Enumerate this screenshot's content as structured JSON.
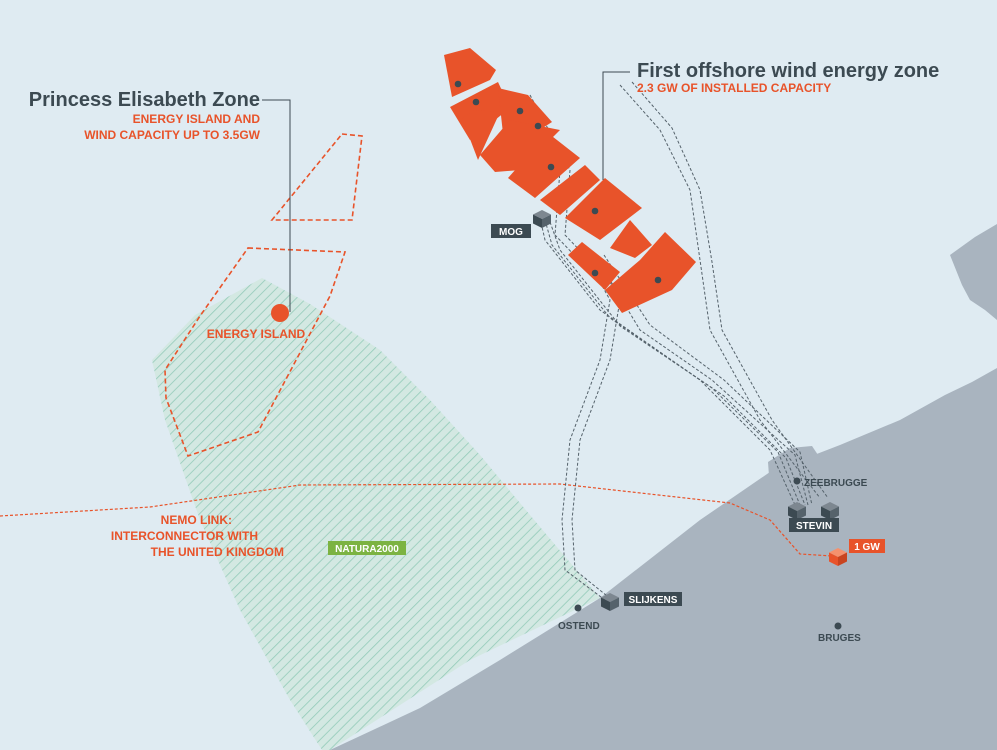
{
  "colors": {
    "sea": "#dfebf2",
    "land": "#a9b4bf",
    "wind_zone": "#e8532a",
    "natura_fill": "#cfe6df",
    "natura_hatch": "#8cc9b6",
    "label_dark": "#3c4a52",
    "natura_badge": "#7cb342"
  },
  "princess_elisabeth": {
    "title": "Princess Elisabeth Zone",
    "subtitle_line1": "ENERGY ISLAND AND",
    "subtitle_line2": "WIND CAPACITY UP TO 3.5GW"
  },
  "energy_island": {
    "label": "ENERGY ISLAND",
    "icon": "energy-island-marker"
  },
  "first_zone": {
    "title": "First offshore wind energy zone",
    "subtitle": "2.3 GW OF INSTALLED CAPACITY"
  },
  "nemo_link": {
    "line1": "NEMO LINK:",
    "line2": "INTERCONNECTOR WITH",
    "line3": "THE UNITED KINGDOM"
  },
  "natura": {
    "label": "NATURA2000"
  },
  "substations": {
    "mog": "MOG",
    "stevin": "STEVIN",
    "slijkens": "SLIJKENS",
    "nemo": "1 GW",
    "icon": "substation-cube-icon"
  },
  "cities": {
    "zeebrugge": "ZEEBRUGGE",
    "ostend": "OSTEND",
    "bruges": "BRUGES"
  }
}
